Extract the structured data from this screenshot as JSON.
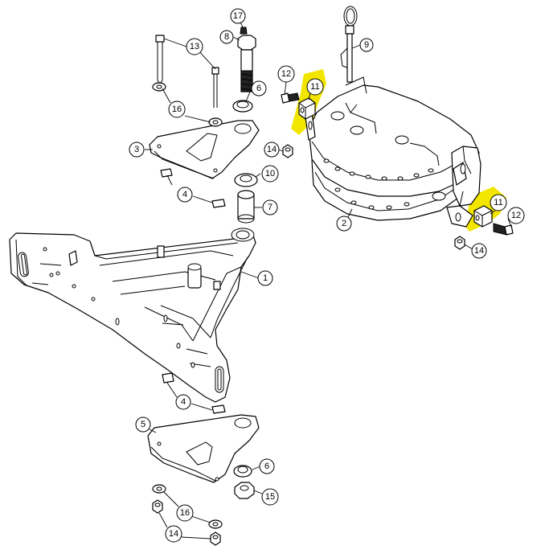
{
  "colors": {
    "line": "#000000",
    "background": "#ffffff",
    "highlight": "#f2e600"
  },
  "callouts": [
    {
      "id": "c17",
      "label": "17"
    },
    {
      "id": "c8",
      "label": "8"
    },
    {
      "id": "c9",
      "label": "9"
    },
    {
      "id": "c13",
      "label": "13"
    },
    {
      "id": "c12a",
      "label": "12"
    },
    {
      "id": "c11a",
      "label": "11",
      "highlighted": true
    },
    {
      "id": "c6a",
      "label": "6"
    },
    {
      "id": "c16a",
      "label": "16"
    },
    {
      "id": "c3",
      "label": "3"
    },
    {
      "id": "c14a",
      "label": "14"
    },
    {
      "id": "c10",
      "label": "10"
    },
    {
      "id": "c4a",
      "label": "4"
    },
    {
      "id": "c7",
      "label": "7"
    },
    {
      "id": "c2",
      "label": "2"
    },
    {
      "id": "c11b",
      "label": "11",
      "highlighted": true
    },
    {
      "id": "c12b",
      "label": "12"
    },
    {
      "id": "c14b",
      "label": "14"
    },
    {
      "id": "c1",
      "label": "1"
    },
    {
      "id": "c4b",
      "label": "4"
    },
    {
      "id": "c5",
      "label": "5"
    },
    {
      "id": "c6b",
      "label": "6"
    },
    {
      "id": "c15",
      "label": "15"
    },
    {
      "id": "c16b",
      "label": "16"
    },
    {
      "id": "c14c",
      "label": "14"
    }
  ]
}
